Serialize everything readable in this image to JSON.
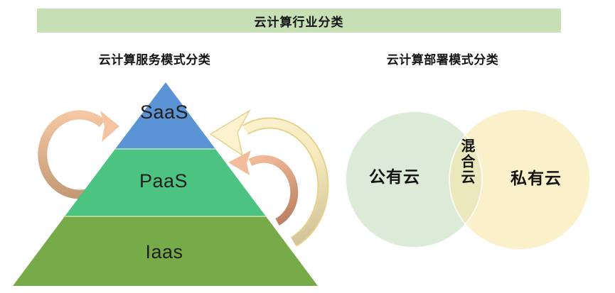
{
  "title_bar": {
    "label": "云计算行业分类",
    "bg_color": "#c6dfb4"
  },
  "sections": {
    "service_model": {
      "heading": "云计算服务模式分类",
      "pyramid": {
        "layers": [
          {
            "label": "SaaS",
            "color": "#5b94d5"
          },
          {
            "label": "PaaS",
            "color": "#4cc380"
          },
          {
            "label": "Iaas",
            "color": "#77ab49"
          }
        ],
        "arrows": [
          {
            "name": "left-up-arrow",
            "direction": "up-into-SaaS",
            "color_from": "#c49a77",
            "color_to": "#f5c8a3"
          },
          {
            "name": "right-outer-arrow",
            "direction": "up-into-SaaS",
            "color_from": "#d2c39a",
            "color_to": "#fbf2cf"
          },
          {
            "name": "right-inner-arrow",
            "direction": "up-into-PaaS",
            "color_from": "#bd8263",
            "color_to": "#f3bd9b"
          }
        ]
      }
    },
    "deployment_model": {
      "heading": "云计算部署模式分类",
      "venn": {
        "left_circle": {
          "label": "公有云",
          "color": "#dcead8"
        },
        "overlap": {
          "label": "混合云",
          "color": "#ebe8bd"
        },
        "right_circle": {
          "label": "私有云",
          "color": "#faf0c9"
        }
      }
    }
  }
}
